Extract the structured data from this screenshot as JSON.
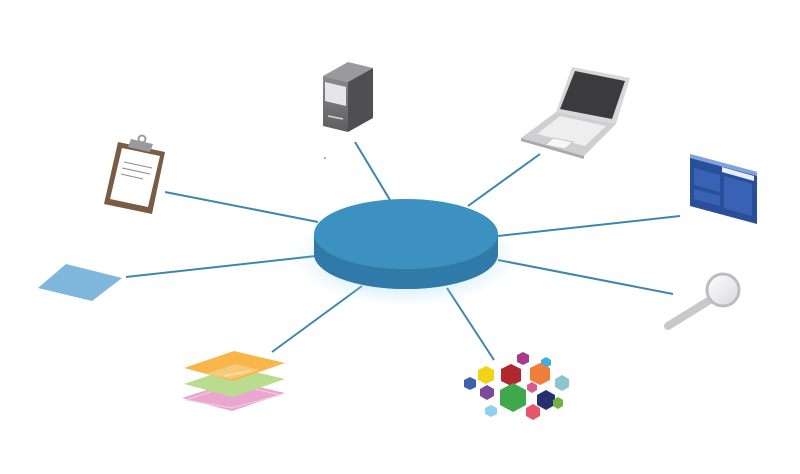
{
  "diagram": {
    "type": "hub-and-spoke",
    "hub": {
      "name": "central-database",
      "icon": "database-disc-icon"
    },
    "nodes": [
      {
        "id": "server",
        "icon": "server-tower-icon"
      },
      {
        "id": "laptop",
        "icon": "laptop-icon"
      },
      {
        "id": "clipboard",
        "icon": "clipboard-icon"
      },
      {
        "id": "document-window",
        "icon": "blue-window-icon"
      },
      {
        "id": "paper-sheet",
        "icon": "blue-sheet-icon"
      },
      {
        "id": "search",
        "icon": "magnifying-glass-icon"
      },
      {
        "id": "layers",
        "icon": "stacked-layers-icon"
      },
      {
        "id": "cubes",
        "icon": "colored-cubes-icon"
      }
    ]
  },
  "colors": {
    "hub_top": "#3d91c0",
    "hub_side": "#2f7aa8",
    "hub_glow": "#9fd3f0",
    "connector": "#3d86ad",
    "server_body": "#6e6e70",
    "laptop_body": "#d0d0d2",
    "clipboard_frame": "#7a5b43",
    "window_blue": "#2a4f9a",
    "sheet_blue": "#7fb8dc",
    "magnifier": "#c8c8ca",
    "layer_orange": "#f7b54a",
    "layer_green": "#b9dc8f",
    "layer_pink": "#e9a7cf"
  }
}
